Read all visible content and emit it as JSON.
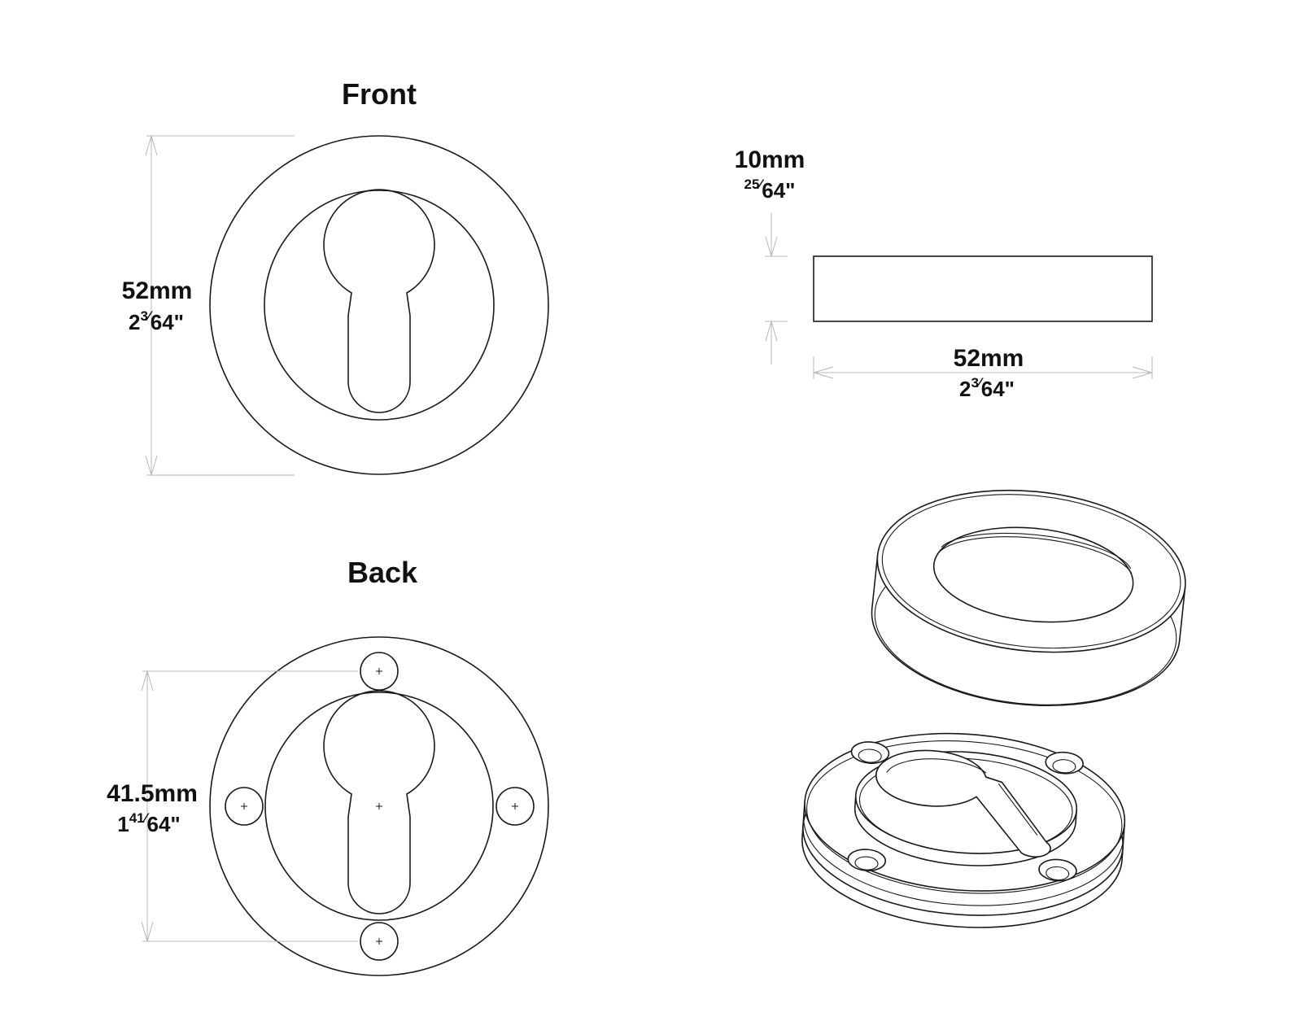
{
  "views": {
    "front": {
      "title": "Front"
    },
    "back": {
      "title": "Back"
    }
  },
  "dimensions": {
    "front_diameter": {
      "metric": "52mm",
      "whole": "2",
      "num": "3",
      "den": "64\""
    },
    "side_width": {
      "metric": "52mm",
      "whole": "2",
      "num": "3",
      "den": "64\""
    },
    "side_thickness": {
      "metric": "10mm",
      "whole": "",
      "num": "25",
      "den": "64\""
    },
    "screw_spacing": {
      "metric": "41.5mm",
      "whole": "1",
      "num": "41",
      "den": "64\""
    }
  },
  "colors": {
    "line": "#1a1a1a",
    "dimension_line": "#b8b8b8",
    "text": "#111111"
  }
}
